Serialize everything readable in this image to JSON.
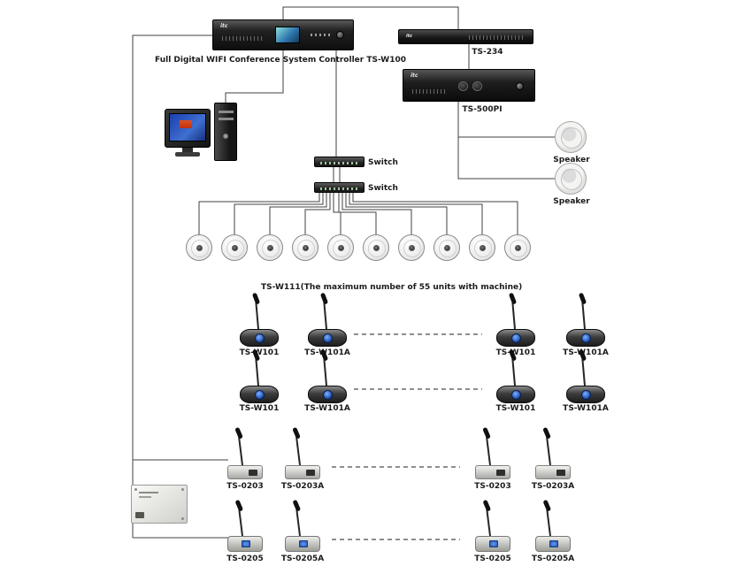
{
  "brand": "itc",
  "labels": {
    "controller": "Full Digital WIFI Conference System Controller TS-W100",
    "ts234": "TS-234",
    "ts500pi": "TS-500PI",
    "speaker": "Speaker",
    "switch": "Switch",
    "ceiling_note": "TS-W111(The maximum number of 55 units with machine)"
  },
  "mic_labels": {
    "row1": [
      "TS-W101",
      "TS-W101A",
      "TS-W101",
      "TS-W101A"
    ],
    "row2": [
      "TS-W101",
      "TS-W101A",
      "TS-W101",
      "TS-W101A"
    ],
    "row3": [
      "TS-0203",
      "TS-0203A",
      "TS-0203",
      "TS-0203A"
    ],
    "row4": [
      "TS-0205",
      "TS-0205A",
      "TS-0205",
      "TS-0205A"
    ]
  },
  "counts": {
    "ceiling_units": 10
  }
}
